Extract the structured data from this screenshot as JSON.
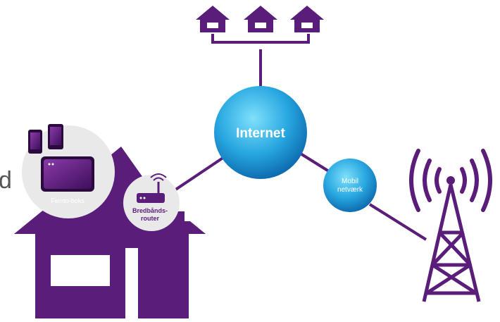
{
  "labels": {
    "internet": "Internet",
    "mobile_line1": "Mobil",
    "mobile_line2": "netværk",
    "femto": "Femto-boks",
    "router_line1": "Bredbånds-",
    "router_line2": "router",
    "cut_text": "d"
  },
  "colors": {
    "purple": "#5a1d7a",
    "purple_light": "#7a2f9e",
    "blue_light": "#5fd0f3",
    "blue_dark": "#0b74b5",
    "bubble_grey": "#e9e9ea"
  },
  "icons": [
    "house-icon",
    "phone-icon",
    "tablet-icon",
    "router-icon",
    "cell-tower-icon",
    "signal-waves-icon"
  ]
}
